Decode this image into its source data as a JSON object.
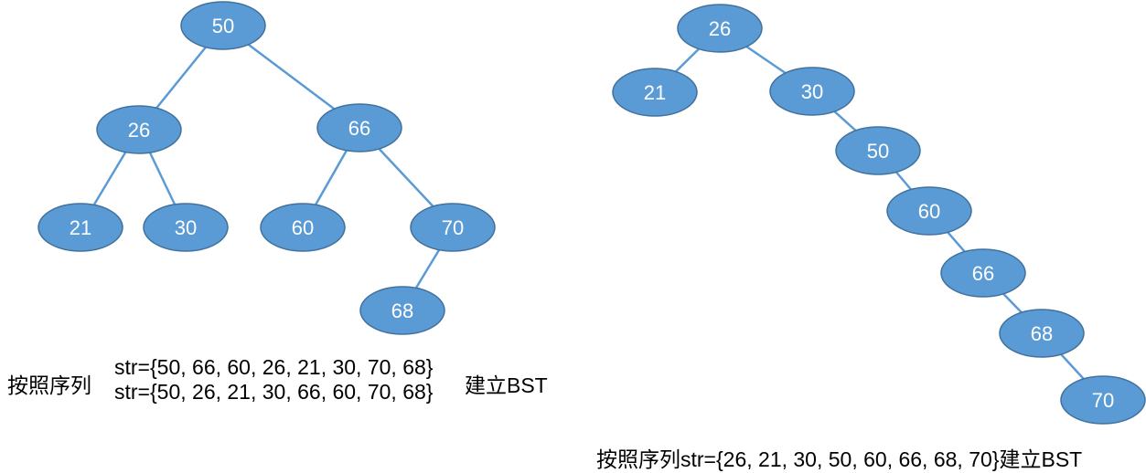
{
  "colors": {
    "node_fill": "#5b9bd5",
    "node_stroke": "#41719c",
    "edge": "#5b9bd5",
    "node_text": "#ffffff"
  },
  "trees": [
    {
      "nodes": [
        "50",
        "26",
        "66",
        "21",
        "30",
        "60",
        "70",
        "68"
      ],
      "edges": [
        [
          0,
          1
        ],
        [
          0,
          2
        ],
        [
          1,
          3
        ],
        [
          1,
          4
        ],
        [
          2,
          5
        ],
        [
          2,
          6
        ],
        [
          6,
          7
        ]
      ]
    },
    {
      "nodes": [
        "26",
        "21",
        "30",
        "50",
        "60",
        "66",
        "68",
        "70"
      ],
      "edges": [
        [
          0,
          1
        ],
        [
          0,
          2
        ],
        [
          2,
          3
        ],
        [
          3,
          4
        ],
        [
          4,
          5
        ],
        [
          5,
          6
        ],
        [
          6,
          7
        ]
      ]
    }
  ],
  "captions": {
    "left": {
      "prefix": "按照序列",
      "line1": "str={50, 66, 60, 26, 21, 30, 70, 68}",
      "line2": "str={50, 26, 21, 30, 66, 60, 70, 68}",
      "suffix_cjk": "建立",
      "suffix": "BST"
    },
    "right": {
      "prefix": "按照序列",
      "seq": "str={26, 21, 30, 50, 60, 66, 68, 70}",
      "suffix_cjk": "建立",
      "suffix": "BST"
    }
  }
}
